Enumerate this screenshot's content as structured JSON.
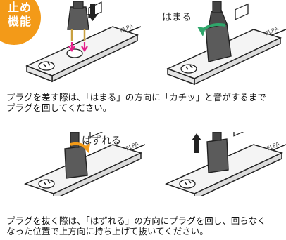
{
  "badge": {
    "line1": "止め",
    "line2": "機能"
  },
  "brand_marks": [
    "ELPA",
    "ELPA",
    "ELPA",
    "ELPA"
  ],
  "step1": {
    "callout": "はまる",
    "text": "プラグを差す際は、「はまる」の方向に「カチッ」と音がするまで\nプラグを回してください。"
  },
  "step2": {
    "callout": "はずれる",
    "text": "プラグを抜く際は、「はずれる」の方向にプラグを回し、回らなく\nなった位置で上方向に持ち上げて抜いてください。"
  },
  "colors": {
    "badge": "#f39a18",
    "arrow_turn_in": "#2fa66b",
    "arrow_turn_out": "#f39a18",
    "arrow_insert": "#e61f8a",
    "ink": "#222222",
    "plug_body": "#5b5b5b"
  },
  "icons": [
    "down-arrow-icon",
    "up-arrow-icon",
    "rotate-arrow-icon"
  ]
}
